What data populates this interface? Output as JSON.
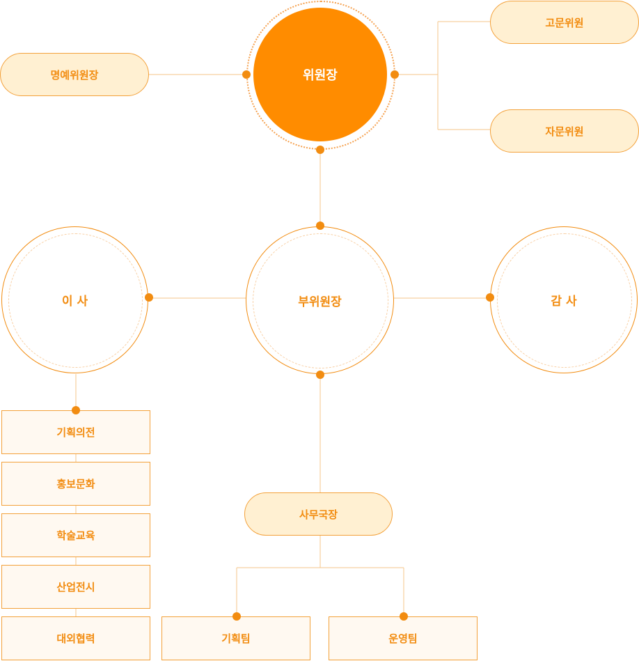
{
  "org": {
    "chair": "위원장",
    "honorary_chair": "명예위원장",
    "advisor_1": "고문위원",
    "advisor_2": "자문위원",
    "vice_chair": "부위원장",
    "directors": "이 사",
    "auditor": "감 사",
    "secretary_general": "사무국장",
    "committees": [
      "기획의전",
      "홍보문화",
      "학술교육",
      "산업전시",
      "대외협력"
    ],
    "teams": [
      "기획팀",
      "운영팀"
    ]
  },
  "colors": {
    "accent": "#f28c10",
    "main_fill": "#ff8c00",
    "pill_fill": "#fff0d2",
    "box_fill": "#fff9f1",
    "line": "#f6c68a"
  }
}
